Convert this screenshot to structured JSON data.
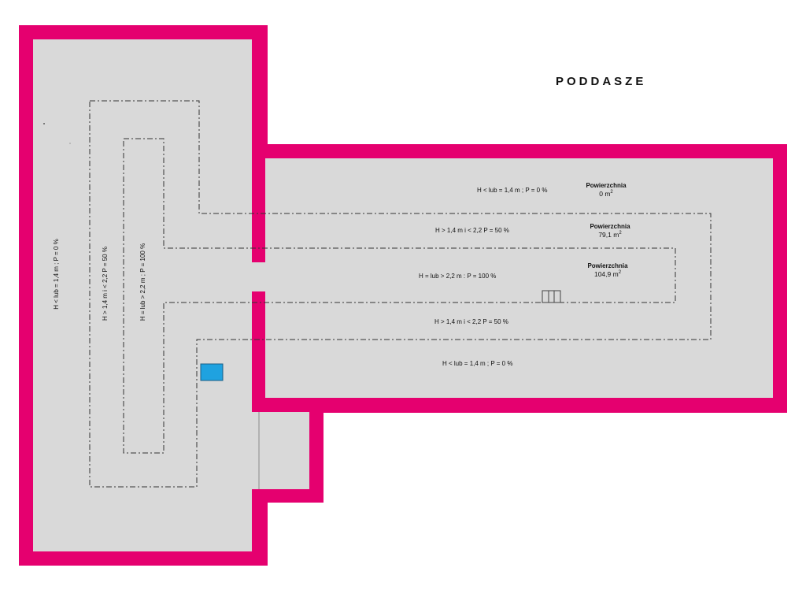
{
  "plan": {
    "title": "PODDASZE",
    "colors": {
      "wall": "#e5006f",
      "floor": "#d9d9d9",
      "window": "#1fa2e0",
      "line": "#333333"
    },
    "zones_horizontal": [
      "H < lub = 1,4 m ; P = 0 %",
      "H >  1,4 m  i < 2,2  P = 50 %",
      "H = lub > 2,2 m : P = 100 %",
      "H >  1,4 m  i < 2,2  P = 50 %",
      "H < lub = 1,4 m ; P = 0 %"
    ],
    "zones_vertical": [
      "H < lub = 1,4 m ; P = 0 %",
      "H >  1,4 m  i < 2,2  P = 50 %",
      "H = lub > 2,2 m ; P = 100 %"
    ],
    "areas": [
      {
        "label": "Powierzchnia",
        "value": "0 m",
        "unit_sup": "2"
      },
      {
        "label": "Powierzchnia",
        "value": "79,1 m",
        "unit_sup": "2"
      },
      {
        "label": "Powierzchnia",
        "value": "104,9 m",
        "unit_sup": "2"
      }
    ],
    "icons": {
      "window": "roof-window-icon",
      "stairs": "stairs-icon"
    }
  }
}
